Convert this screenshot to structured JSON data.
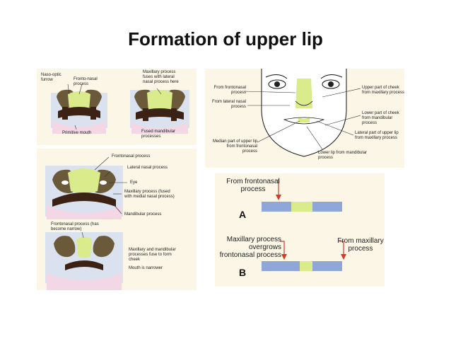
{
  "title": "Formation of upper lip",
  "panel_a": {
    "naso_optic": "Naso-optic furrow",
    "fronto_nasal": "Fronto-nasal process",
    "primitive_mouth": "Primitive mouth",
    "maxillary_fuses": "Maxillary process fuses with lateral nasal process here",
    "fused_mandibular": "Fused mandibular processes"
  },
  "panel_b": {
    "frontonasal": "Frontonasal process",
    "lateral_nasal": "Lateral nasal process",
    "eye": "Eye",
    "maxillary": "Maxillary process (fused with medial nasal process)",
    "mandibular": "Mandibular process",
    "frontonasal_narrow": "Frontonasal process (has become narrow)",
    "maxillary_mandibular": "Maxillary and mandibular processes fuse to form cheek",
    "mouth_narrower": "Mouth is narrower"
  },
  "panel_c": {
    "from_frontonasal": "From frontonasal process",
    "from_lateral": "From lateral nasal process",
    "median_part": "Median part of upper lip from frontonasal process",
    "upper_cheek": "Upper part of cheek from maxillary process",
    "lower_cheek": "Lower part of cheek from mandibular process",
    "lateral_part": "Lateral part of upper lip from maxillary process",
    "lower_lip": "Lower lip from mandibular process"
  },
  "panel_d": {
    "from_frontonasal": "From frontonasal process",
    "label_a": "A",
    "label_b": "B",
    "maxillary_overgrows": "Maxillary process overgrows frontonasal process",
    "from_maxillary": "From maxillary process"
  },
  "colors": {
    "panel_bg": "#fbf6e6",
    "green": "#d9eb8a",
    "brown": "#3c2214",
    "blue": "#8ea6d8",
    "mandible_pink": "#f3d7e4",
    "arrow_red": "#d23a2a"
  }
}
